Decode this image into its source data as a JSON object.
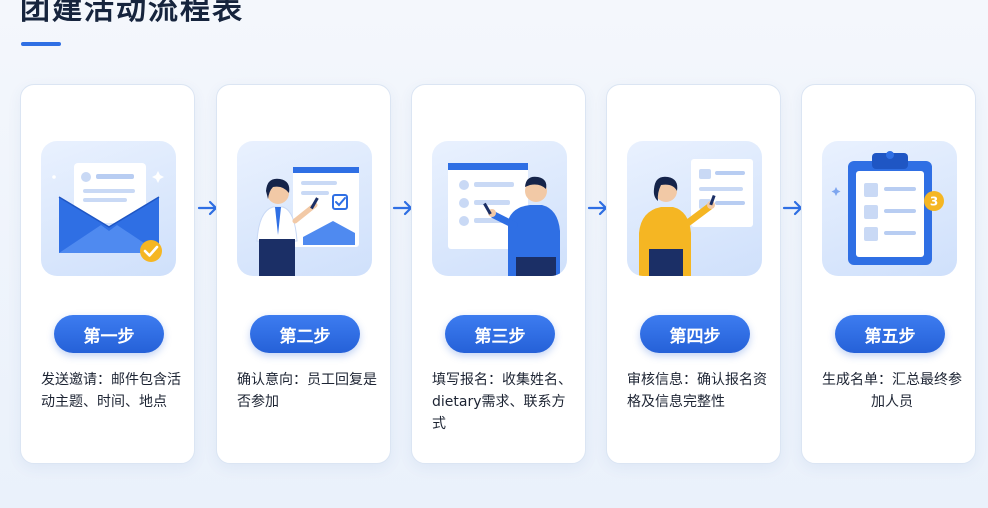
{
  "page": {
    "title": "团建活动流程表"
  },
  "colors": {
    "accent": "#2f6fe4",
    "title": "#16243d",
    "badge": "#f5b623"
  },
  "steps": [
    {
      "label": "第一步",
      "description": "发送邀请：邮件包含活动主题、时间、地点",
      "icon": "envelope-check-icon"
    },
    {
      "label": "第二步",
      "description": "确认意向：员工回复是否参加",
      "icon": "person-confirm-board-icon"
    },
    {
      "label": "第三步",
      "description": "填写报名：收集姓名、dietary需求、联系方式",
      "icon": "person-form-board-icon"
    },
    {
      "label": "第四步",
      "description": "审核信息：确认报名资格及信息完整性",
      "icon": "person-review-checklist-icon"
    },
    {
      "label": "第五步",
      "description": "生成名单：汇总最终参加人员",
      "icon": "clipboard-list-icon",
      "badge": "3"
    }
  ]
}
